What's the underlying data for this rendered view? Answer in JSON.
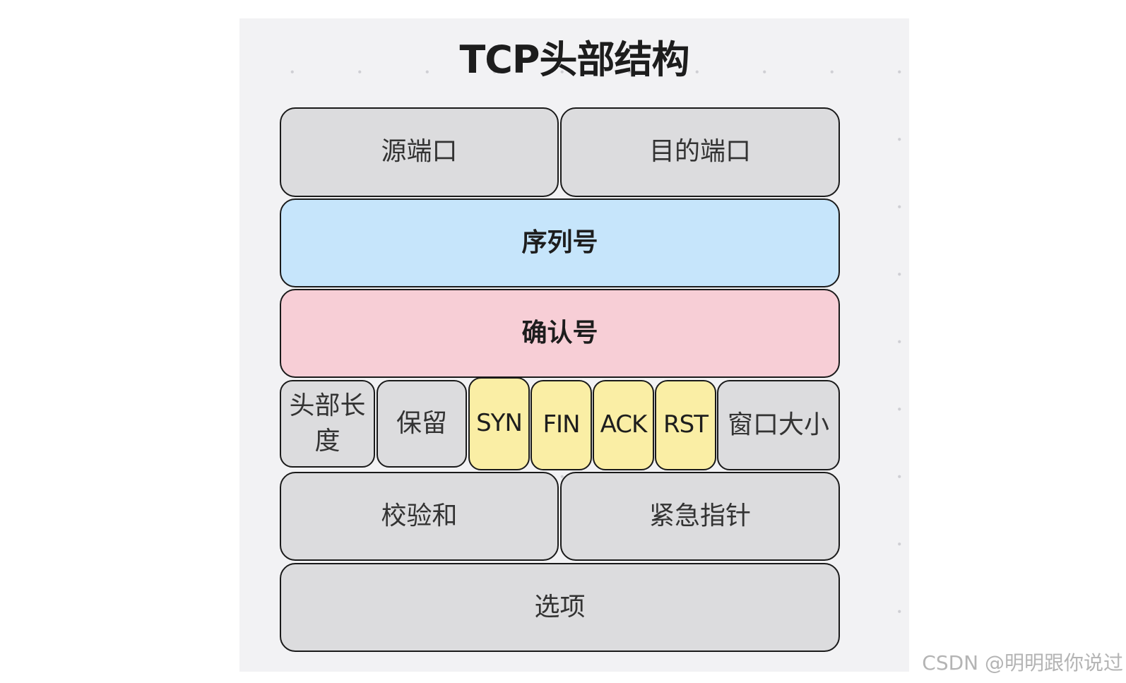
{
  "title": "TCP头部结构",
  "rows": {
    "row1": {
      "source_port": "源端口",
      "dest_port": "目的端口"
    },
    "row2": {
      "sequence": "序列号"
    },
    "row3": {
      "ack_number": "确认号"
    },
    "row4": {
      "header_length": "头部长度",
      "reserved": "保留",
      "syn": "SYN",
      "fin": "FIN",
      "ack": "ACK",
      "rst": "RST",
      "window_size": "窗口大小"
    },
    "row5": {
      "checksum": "校验和",
      "urgent_pointer": "紧急指针"
    },
    "row6": {
      "options": "选项"
    }
  },
  "watermark": "CSDN @明明跟你说过",
  "colors": {
    "background": "#f2f2f4",
    "grey_field": "#dcdcde",
    "sequence_field": "#c6e5fb",
    "ack_field": "#f7ced6",
    "flag_field": "#faeea5",
    "border": "#1a1a1a"
  }
}
